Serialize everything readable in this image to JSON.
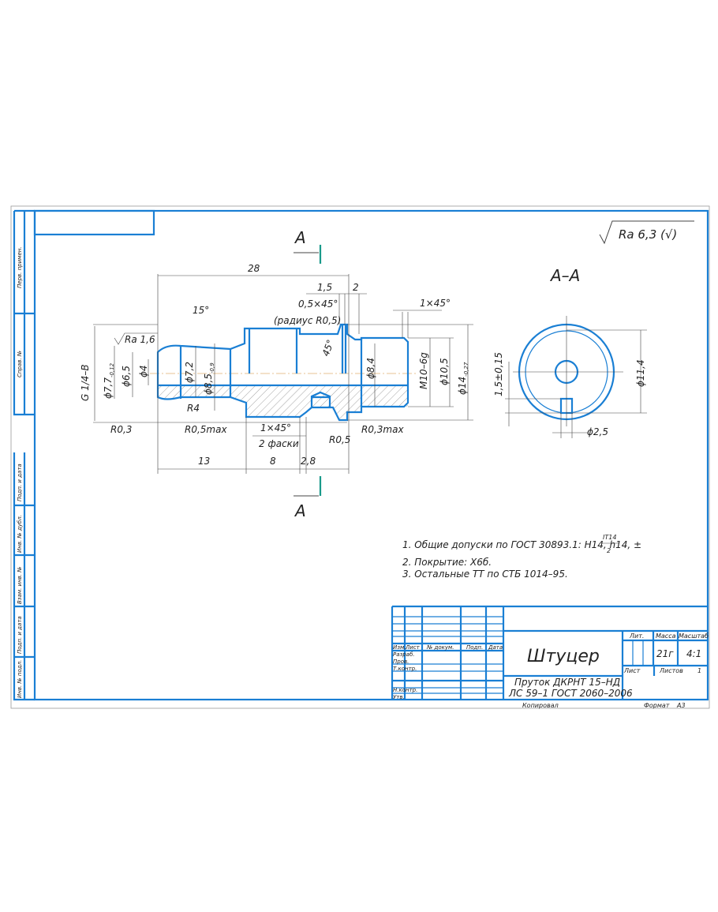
{
  "sheet": {
    "roughness_general": "Ra 6,3 (√)",
    "side_stamp": [
      "Перв. примен.",
      "Справ. №",
      "Подп. и дата",
      "Инв. № дубл.",
      "Взам. инв. №",
      "Подп. и дата",
      "Инв. № подл."
    ]
  },
  "main_view": {
    "section_mark": "A",
    "dims": {
      "d28": "28",
      "d1_5": "1,5",
      "d2": "2",
      "chamfer_05": "0,5×45°",
      "radius_note": "(радиус R0,5)",
      "chamfer_1_top": "1×45°",
      "angle15": "15°",
      "ra16": "Ra 1,6",
      "g14": "G 1/4–B",
      "d77": "ϕ7,7",
      "d77_tol": "-0,12",
      "d65": "ϕ6,5",
      "d4": "ϕ4",
      "d72": "ϕ7,2",
      "d85": "ϕ8,5",
      "d85_tol": "-0,9",
      "angle45": "45°",
      "d84": "ϕ8,4",
      "m10": "M10–6g",
      "d105": "ϕ10,5",
      "d14": "ϕ14",
      "d14_tol": "-0,27",
      "r4": "R4",
      "r03": "R0,3",
      "r05max": "R0,5max",
      "chamfer_1_bot": "1×45°",
      "two_chamfers": "2 фаски",
      "r05": "R0,5",
      "r03max": "R0,3max",
      "d13": "13",
      "d8": "8",
      "d2_8": "2,8"
    }
  },
  "section_view": {
    "title": "A–A",
    "d114": "ϕ11,4",
    "d15tol": "1,5±0,15",
    "d25": "ϕ2,5"
  },
  "notes": [
    "1. Общие допуски по ГОСТ 30893.1: H14, h14, ±",
    "2. Покрытие: Х6б.",
    "3. Остальные ТТ по СТБ 1014–95."
  ],
  "notes_fraction": {
    "num": "IT14",
    "den": "2"
  },
  "title_block": {
    "headers": [
      "Изм.",
      "Лист",
      "№ докум.",
      "Подп.",
      "Дата"
    ],
    "roles": [
      "Разраб.",
      "Пров.",
      "Т.контр.",
      "Н.контр.",
      "Утв."
    ],
    "part_name": "Штуцер",
    "material_line1": "Пруток ДКРНТ 15–НД",
    "material_line2": "ЛС 59–1 ГОСТ 2060–2006",
    "lit_label": "Лит.",
    "mass_label": "Масса",
    "scale_label": "Масштаб",
    "mass": "21г",
    "scale": "4:1",
    "sheet_label": "Лист",
    "sheets_label": "Листов",
    "sheets": "1",
    "copied": "Копировал",
    "format_label": "Формат",
    "format": "А3"
  }
}
